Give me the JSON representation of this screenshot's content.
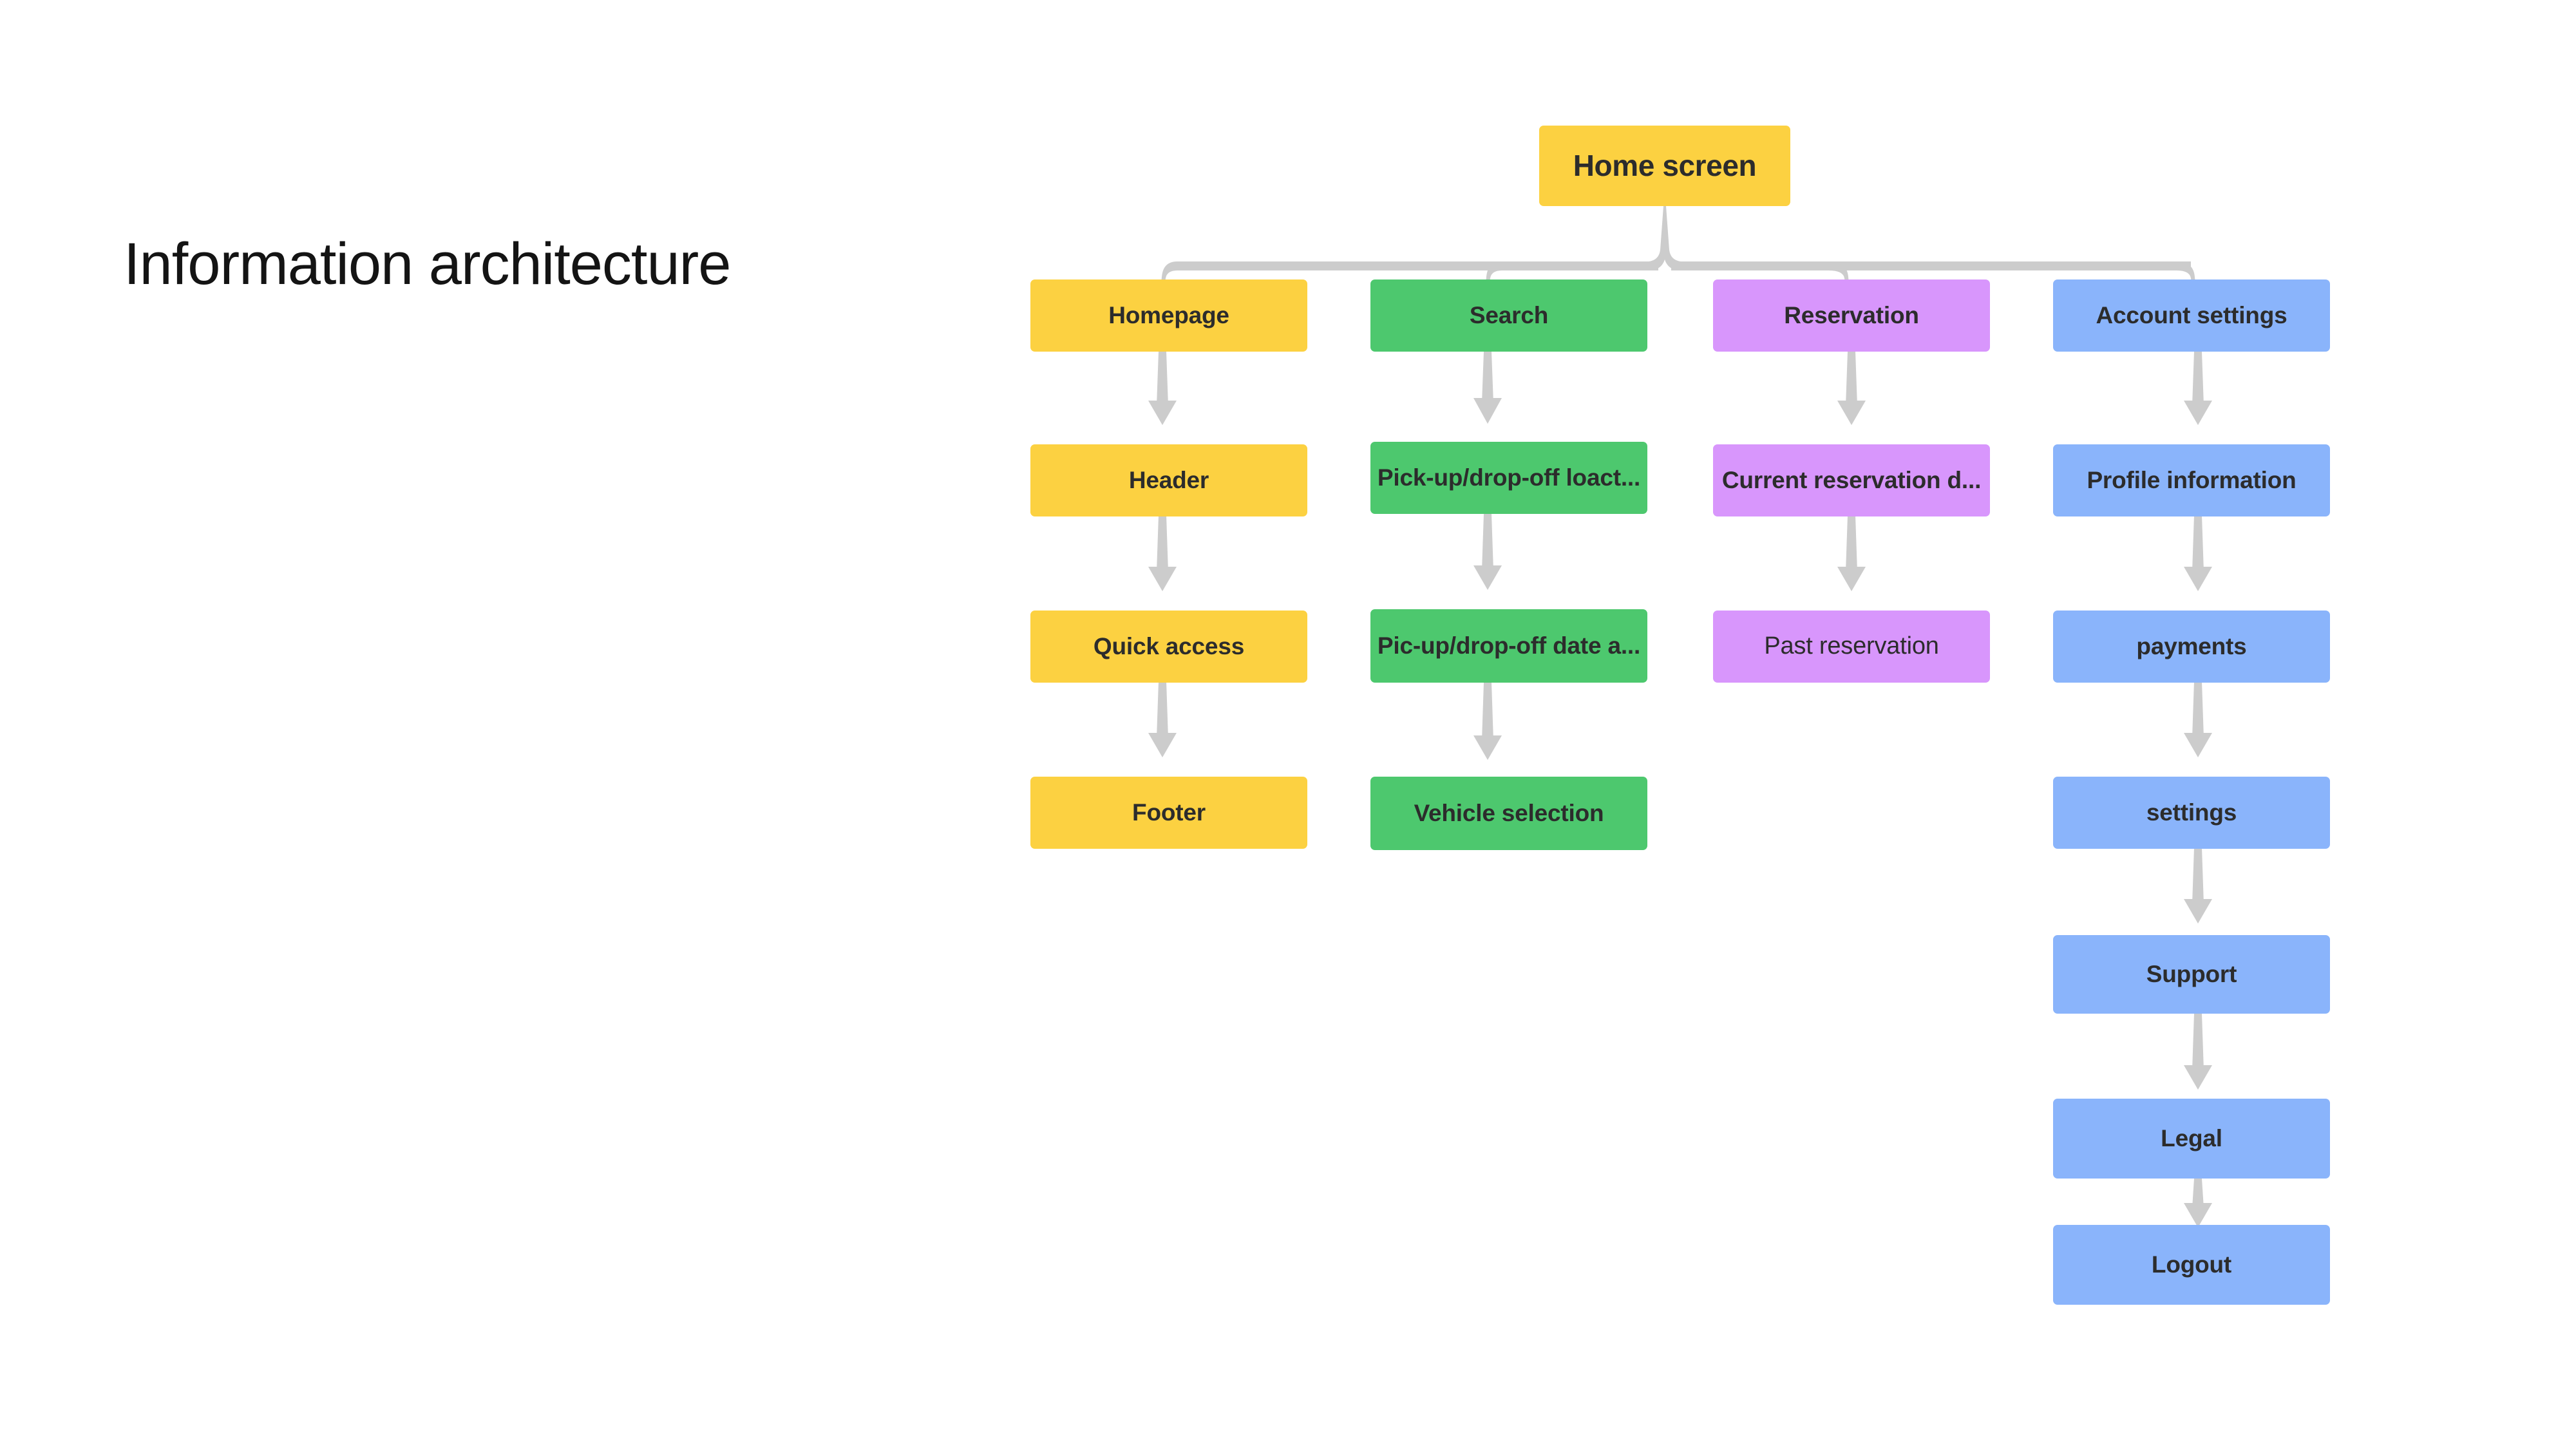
{
  "page": {
    "title": "Information architecture",
    "background": "#FFFFFF"
  },
  "palette": {
    "yellow": "#FCD141",
    "green": "#4DC86E",
    "purple": "#D896FC",
    "blue": "#8AB4FB",
    "connector": "#CCCCCC",
    "text": "#2C2C2C"
  },
  "diagram": {
    "type": "sitemap-tree",
    "root": {
      "label": "Home screen",
      "color": "yellow"
    },
    "columns": [
      {
        "name": "homepage-branch",
        "color": "yellow",
        "nodes": [
          {
            "label": "Homepage"
          },
          {
            "label": "Header"
          },
          {
            "label": "Quick access"
          },
          {
            "label": "Footer"
          }
        ]
      },
      {
        "name": "search-branch",
        "color": "green",
        "nodes": [
          {
            "label": "Search"
          },
          {
            "label": "Pick-up/drop-off loact..."
          },
          {
            "label": "Pic-up/drop-off date a..."
          },
          {
            "label": "Vehicle selection"
          }
        ]
      },
      {
        "name": "reservation-branch",
        "color": "purple",
        "nodes": [
          {
            "label": "Reservation"
          },
          {
            "label": "Current reservation d..."
          },
          {
            "label": "Past reservation",
            "weight": "regular"
          }
        ]
      },
      {
        "name": "account-settings-branch",
        "color": "blue",
        "nodes": [
          {
            "label": "Account settings"
          },
          {
            "label": "Profile information"
          },
          {
            "label": "payments"
          },
          {
            "label": "settings"
          },
          {
            "label": "Support"
          },
          {
            "label": "Legal"
          },
          {
            "label": "Logout"
          }
        ]
      }
    ]
  }
}
